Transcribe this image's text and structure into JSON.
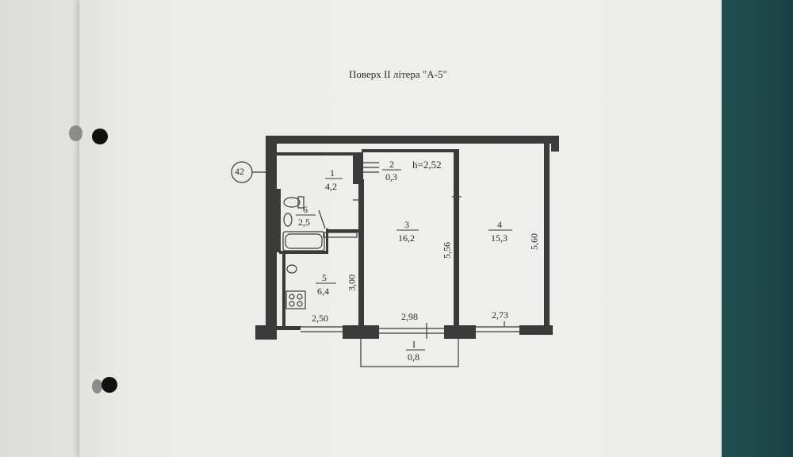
{
  "page_title": "Поверх II літера \"А-5\"",
  "plan_number": "42",
  "ceiling_height": "h=2,52",
  "rooms": [
    {
      "no": "1",
      "area": "4,2"
    },
    {
      "no": "2",
      "area": "0,3"
    },
    {
      "no": "3",
      "area": "16,2"
    },
    {
      "no": "4",
      "area": "15,3"
    },
    {
      "no": "5",
      "area": "6,4"
    },
    {
      "no": "6",
      "area": "2,5"
    }
  ],
  "balcony": {
    "no": "I",
    "area": "0,8"
  },
  "dimensions": {
    "room5_width": "2,50",
    "room5_length": "3,00",
    "room3_width": "2,98",
    "room3_length": "5,56",
    "room4_width": "2,73",
    "room4_length": "5,60"
  },
  "colors": {
    "paper": "#efefec",
    "ink": "#333333",
    "background": "#1f4a4c"
  }
}
